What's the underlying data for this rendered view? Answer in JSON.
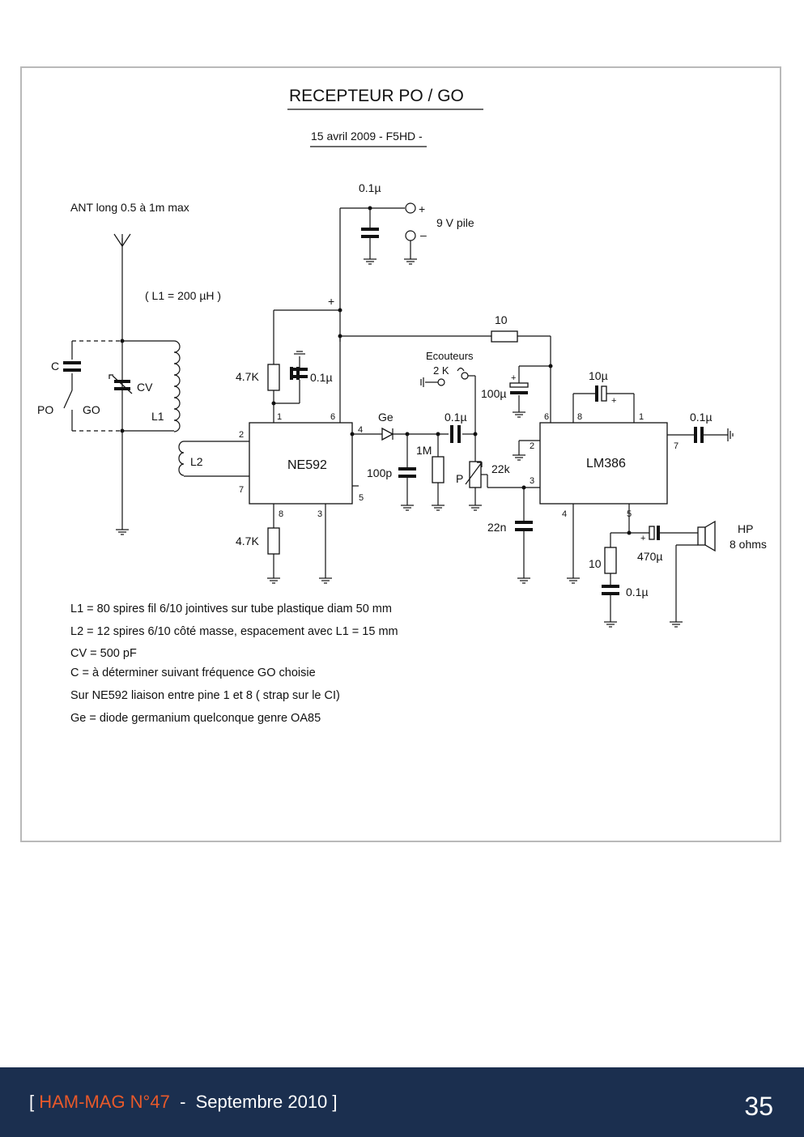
{
  "title": "RECEPTEUR PO / GO",
  "subtitle": "15 avril 2009 - F5HD -",
  "antenna_label": "ANT long 0.5 à 1m max",
  "l1_value": "( L1 =  200 µH  )",
  "power": {
    "cap": "0.1µ",
    "plus": "+",
    "minus": "–",
    "battery": "9 V pile"
  },
  "components": {
    "c": "C",
    "cv": "CV",
    "po": "PO",
    "go": "GO",
    "l1": "L1",
    "l2": "L2",
    "r_47k_top": "4.7K",
    "r_47k_bottom": "4.7K",
    "c_01_ne": "0.1µ",
    "supply_plus": "+",
    "ne592": "NE592",
    "ge": "Ge",
    "c_01_ge": "0.1µ",
    "r_1m": "1M",
    "c_100p": "100p",
    "ecouteurs": "Ecouteurs",
    "ecouteurs_2k": "2 K",
    "c_100u": "100µ",
    "r_10_top": "10",
    "pot_p": "P",
    "pot_22k": "22k",
    "c_22n": "22n",
    "c_10u": "10µ",
    "plus_sign": "+",
    "lm386": "LM386",
    "c_01_out": "0.1µ",
    "c_470u": "470µ",
    "r_10_out": "10",
    "c_01_zobel": "0.1µ",
    "hp": "HP",
    "hp_ohms": "8 ohms"
  },
  "pins": {
    "ne1": "1",
    "ne6": "6",
    "ne2": "2",
    "ne4": "4",
    "ne7": "7",
    "ne5": "5",
    "ne8": "8",
    "ne3": "3",
    "lm6": "6",
    "lm8": "8",
    "lm1": "1",
    "lm2": "2",
    "lm7": "7",
    "lm3": "3",
    "lm4": "4",
    "lm5": "5"
  },
  "notes": [
    "L1 = 80 spires fil 6/10 jointives sur tube plastique diam 50 mm",
    "L2 = 12 spires 6/10 côté masse, espacement avec L1 = 15 mm",
    "CV = 500 pF",
    "C = à déterminer suivant fréquence GO choisie",
    "Sur NE592 liaison entre pine 1 et 8 ( strap sur le CI)",
    "Ge = diode germanium quelconque genre OA85"
  ],
  "footer": {
    "open": "[ ",
    "magazine": "HAM-MAG N°47",
    "sep": "  -  ",
    "date": "Septembre 2010",
    "close": " ]",
    "page": "35"
  }
}
